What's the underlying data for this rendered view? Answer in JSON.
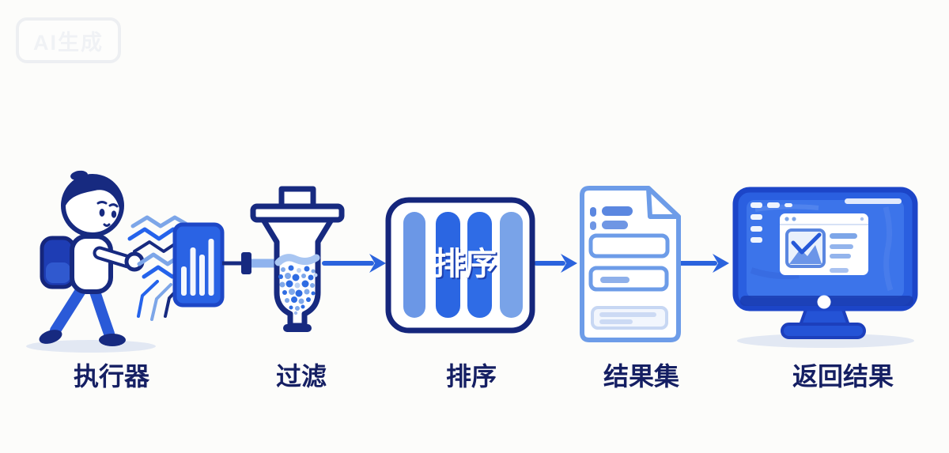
{
  "watermark": {
    "label": "AI生成"
  },
  "pipeline": {
    "steps": [
      {
        "key": "executor",
        "label": "执行器",
        "icon": "person-with-chart-panel"
      },
      {
        "key": "filter",
        "label": "过滤",
        "icon": "filter-funnel"
      },
      {
        "key": "sort",
        "label": "排序",
        "icon": "sort-bars-box",
        "box_label": "排序"
      },
      {
        "key": "result_set",
        "label": "结果集",
        "icon": "result-document"
      },
      {
        "key": "return_result",
        "label": "返回结果",
        "icon": "computer-monitor"
      }
    ],
    "colors": {
      "navy": "#172a80",
      "bright_blue": "#2563eb",
      "medium_blue": "#2b63dd",
      "light_blue": "#7da6e8",
      "pale_blue": "#c9d9f4",
      "label_text": "#151f63",
      "background": "#fcfcfa"
    }
  }
}
